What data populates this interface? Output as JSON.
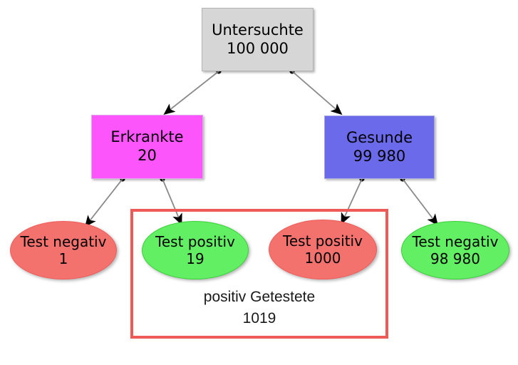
{
  "diagram": {
    "title_present": false,
    "colors": {
      "root_fill": "#d6d6d6",
      "diseased_fill": "#fc55fc",
      "healthy_fill": "#6a6aea",
      "positive_fill_red": "#f4726e",
      "negative_fill_green": "#63ef63",
      "highlight_border": "#ef5a56",
      "connector": "#808080"
    },
    "root": {
      "label": "Untersuchte",
      "value": "100 000"
    },
    "branches": [
      {
        "label": "Erkrankte",
        "value": "20"
      },
      {
        "label": "Gesunde",
        "value": "99 980"
      }
    ],
    "leaves": [
      {
        "label": "Test negativ",
        "value": "1",
        "fill": "red"
      },
      {
        "label": "Test positiv",
        "value": "19",
        "fill": "green"
      },
      {
        "label": "Test positiv",
        "value": "1000",
        "fill": "red"
      },
      {
        "label": "Test negativ",
        "value": "98 980",
        "fill": "green"
      }
    ],
    "highlight_group": {
      "label": "positiv Getestete",
      "value": "1019"
    }
  }
}
